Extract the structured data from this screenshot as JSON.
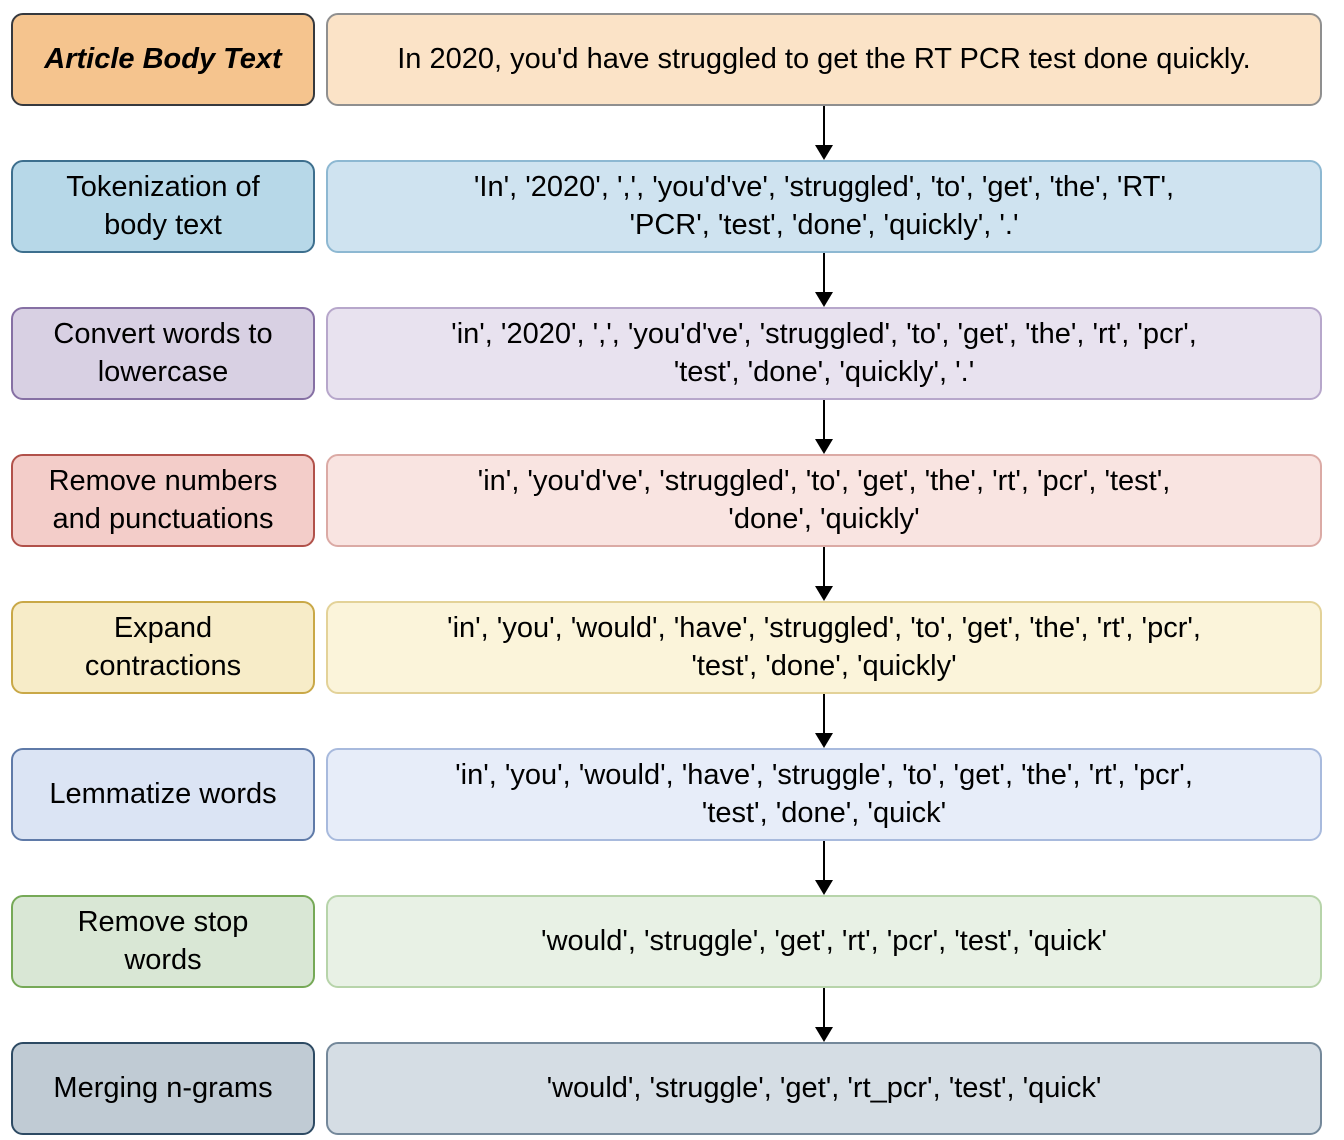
{
  "diagram": {
    "background": "#ffffff",
    "text_color": "#000000",
    "arrow_color": "#000000",
    "rows": [
      {
        "label": "Article Body Text",
        "content": "In 2020, you'd have struggled to get the RT PCR test done quickly.",
        "label_fill": "#f5c48e",
        "label_border": "#36393e",
        "content_fill": "#fbe3c7",
        "content_border": "#8f8f8f"
      },
      {
        "label": "Tokenization of\nbody text",
        "content": "'In', '2020', ',', 'you'd've', 'struggled', 'to', 'get', 'the', 'RT',\n'PCR', 'test', 'done', 'quickly', '.'",
        "label_fill": "#b7d8e8",
        "label_border": "#3d6f8e",
        "content_fill": "#cfe3f0",
        "content_border": "#8db8d2"
      },
      {
        "label": "Convert words to\nlowercase",
        "content": "'in', '2020', ',', 'you'd've', 'struggled', 'to', 'get', 'the', 'rt', 'pcr',\n'test', 'done', 'quickly', '.'",
        "label_fill": "#d8d0e3",
        "label_border": "#8670a4",
        "content_fill": "#e8e2ef",
        "content_border": "#b7a7cb"
      },
      {
        "label": "Remove numbers\nand punctuations",
        "content": "'in', 'you'd've', 'struggled', 'to', 'get', 'the', 'rt', 'pcr', 'test',\n'done', 'quickly'",
        "label_fill": "#f3cdc9",
        "label_border": "#b1514a",
        "content_fill": "#f9e4e1",
        "content_border": "#dbaaa5"
      },
      {
        "label": "Expand\ncontractions",
        "content": "'in', 'you', 'would', 'have', 'struggled', 'to', 'get', 'the', 'rt', 'pcr',\n'test', 'done', 'quickly'",
        "label_fill": "#f7ecc8",
        "label_border": "#c9a847",
        "content_fill": "#fbf4da",
        "content_border": "#e3d298"
      },
      {
        "label": "Lemmatize words",
        "content": "'in', 'you', 'would', 'have', 'struggle', 'to', 'get', 'the', 'rt', 'pcr',\n'test', 'done', 'quick'",
        "label_fill": "#dbe4f4",
        "label_border": "#5f7aa8",
        "content_fill": "#e7edf9",
        "content_border": "#a8badd"
      },
      {
        "label": "Remove stop\nwords",
        "content": "'would', 'struggle', 'get', 'rt', 'pcr', 'test', 'quick'",
        "label_fill": "#d9e7d5",
        "label_border": "#76a957",
        "content_fill": "#e8f1e5",
        "content_border": "#b7d4aa"
      },
      {
        "label": "Merging n-grams",
        "content": "'would', 'struggle', 'get', 'rt_pcr', 'test', 'quick'",
        "label_fill": "#c0cbd4",
        "label_border": "#2d4a63",
        "content_fill": "#d5dde4",
        "content_border": "#74889a"
      }
    ]
  }
}
